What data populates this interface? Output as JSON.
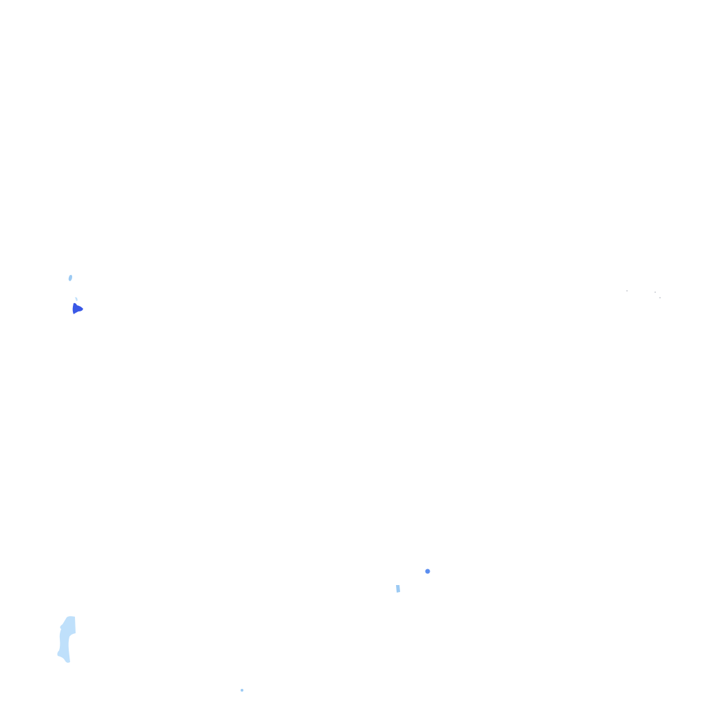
{
  "background_color": "#ffffff",
  "palette": {
    "water_light": "#bfe0fb",
    "water_mid": "#9ccaf3",
    "water_blue": "#5b8ef0",
    "water_deep": "#3a58e6",
    "speck_gray": "#c9ccd2"
  },
  "features": [
    {
      "kind": "water-patch",
      "shade": "water_mid"
    },
    {
      "kind": "water-patch",
      "shade": "water_light"
    },
    {
      "kind": "water-patch",
      "shade": "water_deep"
    },
    {
      "kind": "water-patch",
      "shade": "water_blue"
    },
    {
      "kind": "water-patch",
      "shade": "water_mid"
    },
    {
      "kind": "water-patch",
      "shade": "water_light"
    },
    {
      "kind": "water-patch",
      "shade": "water_mid"
    },
    {
      "kind": "speck",
      "shade": "speck_gray"
    },
    {
      "kind": "speck",
      "shade": "speck_gray"
    },
    {
      "kind": "speck",
      "shade": "speck_gray"
    }
  ]
}
